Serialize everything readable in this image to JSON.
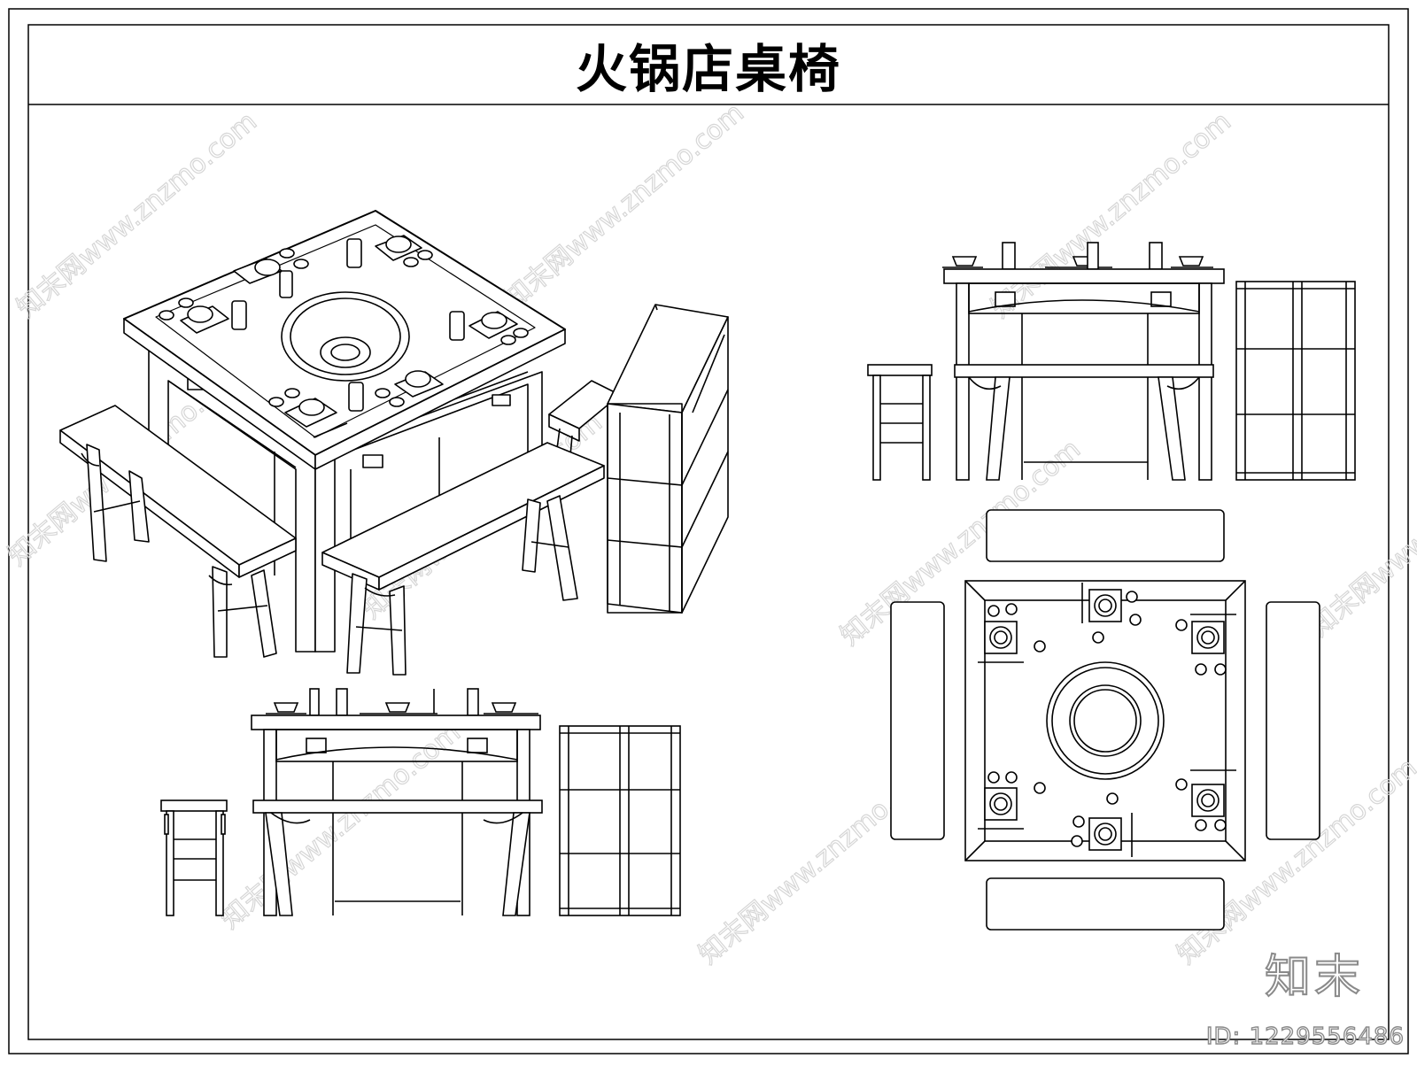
{
  "title": "火锅店桌椅",
  "watermark_text": "知末网www.znzmo.com",
  "brand_text": "知末",
  "id_label": "ID: 1229556486",
  "colors": {
    "line": "#000000",
    "background": "#ffffff",
    "watermark": "#d6d6d6"
  }
}
